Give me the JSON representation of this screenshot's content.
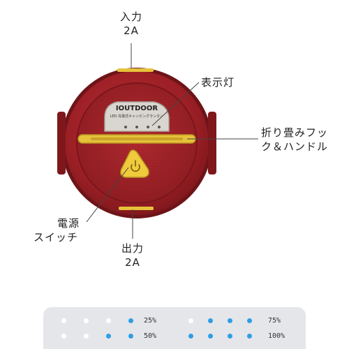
{
  "labels": {
    "input_line1": "入力",
    "input_line2": "2A",
    "indicator": "表示灯",
    "hook_line1": "折り畳みフッ",
    "hook_line2": "ク＆ハンドル",
    "power_line1": "電源",
    "power_line2": "スイッチ",
    "output_line1": "出力",
    "output_line2": "2A"
  },
  "device": {
    "brand": "IOUTDOOR",
    "subtitle": "LED 充電式キャンピングランタン"
  },
  "battery_levels": [
    {
      "label": "25%",
      "lit": 1
    },
    {
      "label": "75%",
      "lit": 3
    },
    {
      "label": "50%",
      "lit": 2
    },
    {
      "label": "100%",
      "lit": 4
    }
  ],
  "colors": {
    "body_red": "#9a1f25",
    "rim_dark": "#6e1418",
    "accent_yellow": "#e6c23a",
    "dot_off": "#ffffff",
    "dot_on": "#2e9ee6",
    "panel_bg": "#e4e6ea"
  },
  "icons": {
    "power": "power-icon"
  }
}
